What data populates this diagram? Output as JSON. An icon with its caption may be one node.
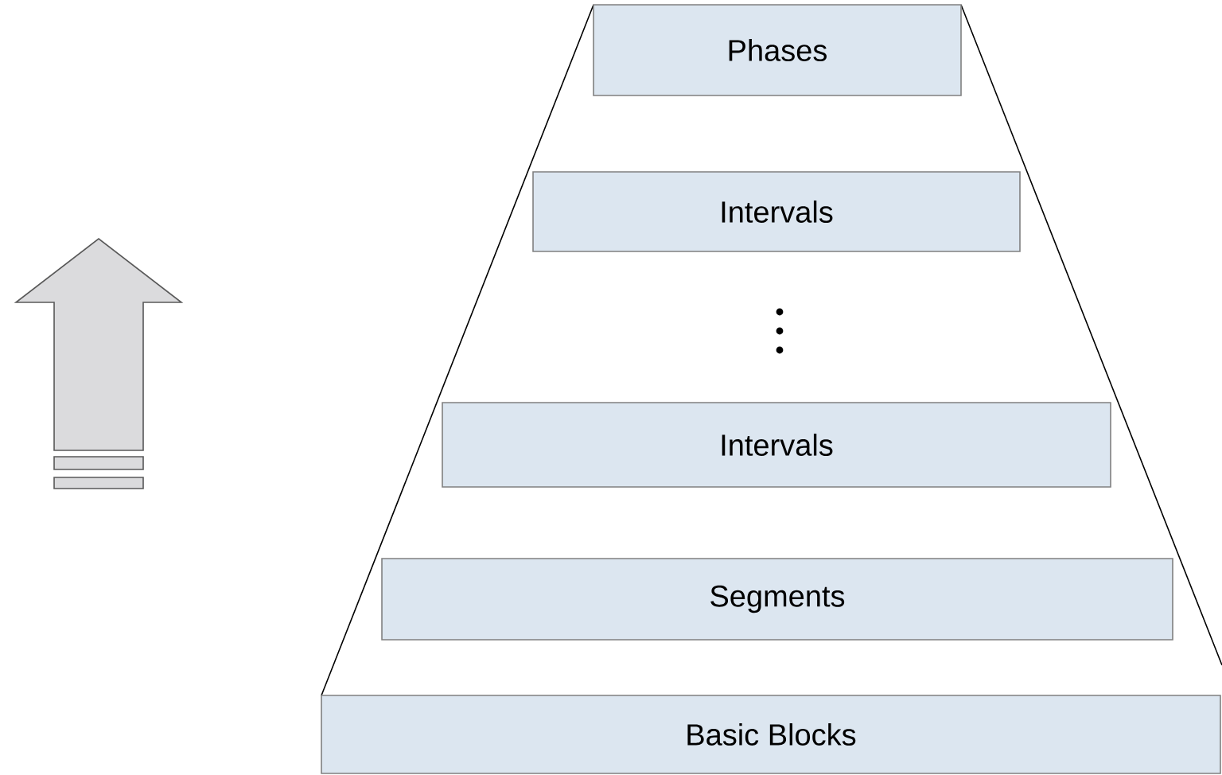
{
  "diagram": {
    "nodes": [
      {
        "text": [
          "Phases"
        ]
      },
      {
        "text": [
          "Intervals"
        ]
      },
      {
        "text": [
          "Intervals"
        ]
      },
      {
        "text": [
          "Segments"
        ]
      },
      {
        "text": [
          "Basic Blocks"
        ]
      }
    ]
  }
}
